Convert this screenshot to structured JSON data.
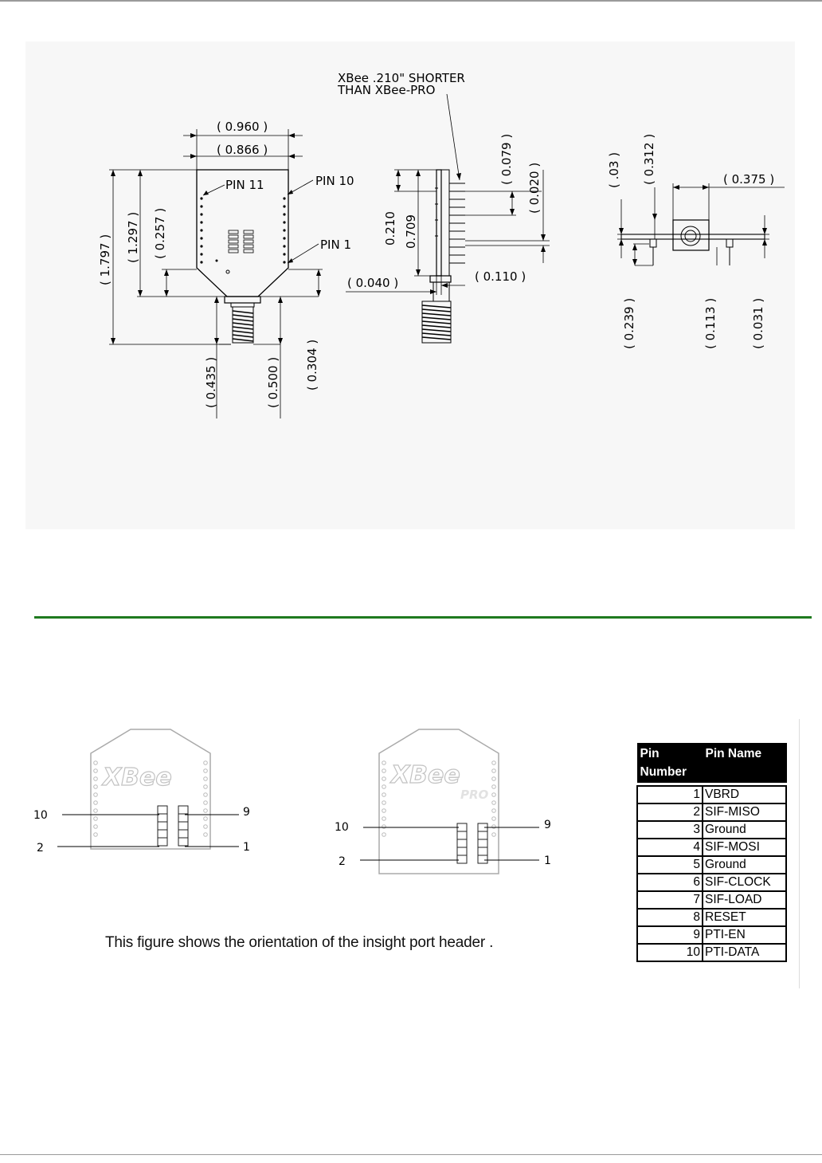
{
  "mechanical_drawing": {
    "front_view": {
      "width_outer": "( 0.960 )",
      "width_inner": "( 0.866 )",
      "height_total": "( 1.797 )",
      "height_body": "( 1.297 )",
      "taper": "( 0.257 )",
      "connector_0435": "( 0.435 )",
      "connector_0500": "( 0.500 )",
      "connector_0304": "( 0.304 )",
      "pin11_label": "PIN 11",
      "pin10_label": "PIN 10",
      "pin1_label": "PIN 1"
    },
    "side_view": {
      "note_line1": "XBee .210\" SHORTER",
      "note_line2": "THAN XBee-PRO",
      "dim_0079": "( 0.079 )",
      "dim_0020": "( 0.020 )",
      "dim_0210": "0.210",
      "dim_0709": "0.709",
      "dim_0040": "( 0.040 )",
      "dim_0110": "( 0.110 )"
    },
    "end_view": {
      "dim_003": "( .03 )",
      "dim_0312": "( 0.312 )",
      "dim_0375": "( 0.375 )",
      "dim_0239": "( 0.239 )",
      "dim_0113": "( 0.113 )",
      "dim_0031": "( 0.031 )"
    }
  },
  "insight_header": {
    "left_module": {
      "logo": "XBee",
      "pin_10": "10",
      "pin_9": "9",
      "pin_2": "2",
      "pin_1": "1"
    },
    "right_module": {
      "logo": "XBee",
      "sublogo": "PRO",
      "pin_10": "10",
      "pin_9": "9",
      "pin_2": "2",
      "pin_1": "1"
    },
    "caption": "This figure shows the orientation of the insight port header ."
  },
  "pin_table": {
    "header_number_line1": "Pin",
    "header_number_line2": "Number",
    "header_name": "Pin Name",
    "rows": [
      {
        "number": "1",
        "name": "VBRD"
      },
      {
        "number": "2",
        "name": "SIF-MISO"
      },
      {
        "number": "3",
        "name": "Ground"
      },
      {
        "number": "4",
        "name": "SIF-MOSI"
      },
      {
        "number": "5",
        "name": "Ground"
      },
      {
        "number": "6",
        "name": "SIF-CLOCK"
      },
      {
        "number": "7",
        "name": "SIF-LOAD"
      },
      {
        "number": "8",
        "name": "RESET"
      },
      {
        "number": "9",
        "name": "PTI-EN"
      },
      {
        "number": "10",
        "name": "PTI-DATA"
      }
    ]
  },
  "colors": {
    "section_rule": "#1f7a1f",
    "drawing_background": "#f7f7f7"
  }
}
